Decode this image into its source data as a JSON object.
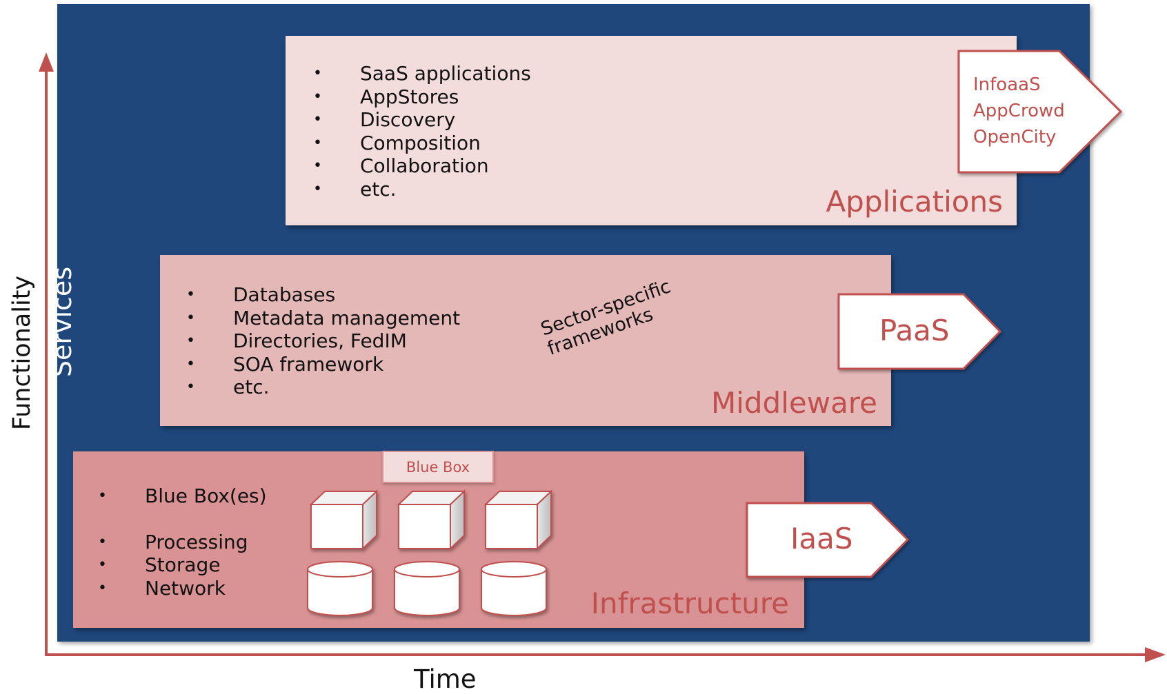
{
  "axes": {
    "y_label": "Functionality",
    "x_label": "Time"
  },
  "services_label": "Services",
  "layers": {
    "applications": {
      "label": "Applications",
      "items": [
        "SaaS applications",
        "AppStores",
        "Discovery",
        "Composition",
        "Collaboration",
        "etc."
      ],
      "arrow_lines": [
        "InfoaaS",
        "AppCrowd",
        "OpenCity"
      ]
    },
    "middleware": {
      "label": "Middleware",
      "items": [
        "Databases",
        "Metadata management",
        "Directories, FedIM",
        "SOA framework",
        "etc."
      ],
      "note": "Sector-specific\nframeworks",
      "arrow_label": "PaaS"
    },
    "infrastructure": {
      "label": "Infrastructure",
      "items": [
        "Blue Box(es)",
        "Processing",
        "Storage",
        "Network"
      ],
      "tag": "Blue Box",
      "arrow_label": "IaaS"
    }
  },
  "colors": {
    "navy": "#1f477c",
    "accent_red": "#c0504d",
    "applications_fill": "#f3dcdc",
    "middleware_fill": "#e5b8b8",
    "infrastructure_fill": "#d99394"
  }
}
